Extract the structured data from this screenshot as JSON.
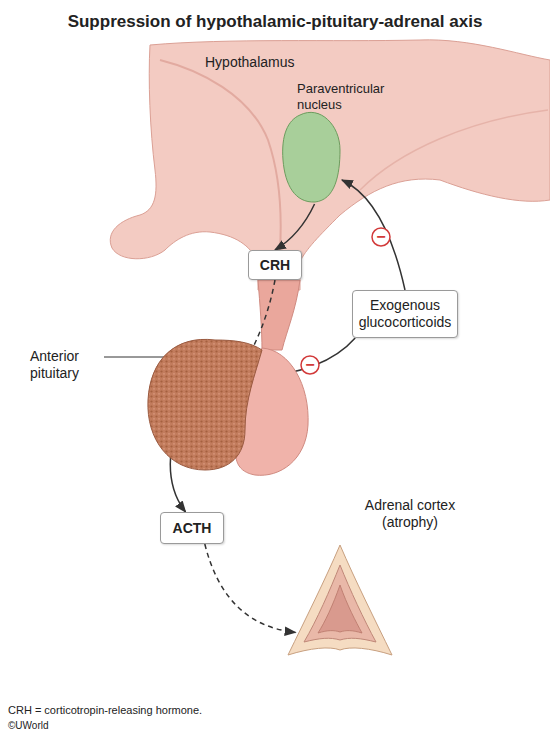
{
  "diagram": {
    "title": "Suppression of hypothalamic-pituitary-adrenal axis",
    "caption": "CRH = corticotropin-releasing hormone.",
    "nodes": [
      {
        "text": [
          "Paraventricular nucleus"
        ]
      },
      {
        "text": [
          "CRH"
        ]
      },
      {
        "text": [
          "Exogenous glucocorticoids"
        ]
      },
      {
        "text": [
          "Anterior pituitary"
        ]
      },
      {
        "text": [
          "ACTH"
        ]
      },
      {
        "text": [
          "Adrenal cortex (atrophy)"
        ]
      }
    ],
    "edges": [
      {
        "from": 0,
        "to": 1,
        "arrow": "to"
      },
      {
        "from": 2,
        "to": 0,
        "arrow": "to"
      },
      {
        "from": 2,
        "to": 3,
        "arrow": "to"
      },
      {
        "from": 1,
        "to": 3,
        "arrow": "to"
      },
      {
        "from": 3,
        "to": 4,
        "arrow": "to"
      },
      {
        "from": 4,
        "to": 5,
        "arrow": "to"
      }
    ],
    "labels": [
      "Hypothalamus",
      "−",
      "−",
      "©UWorld"
    ]
  }
}
